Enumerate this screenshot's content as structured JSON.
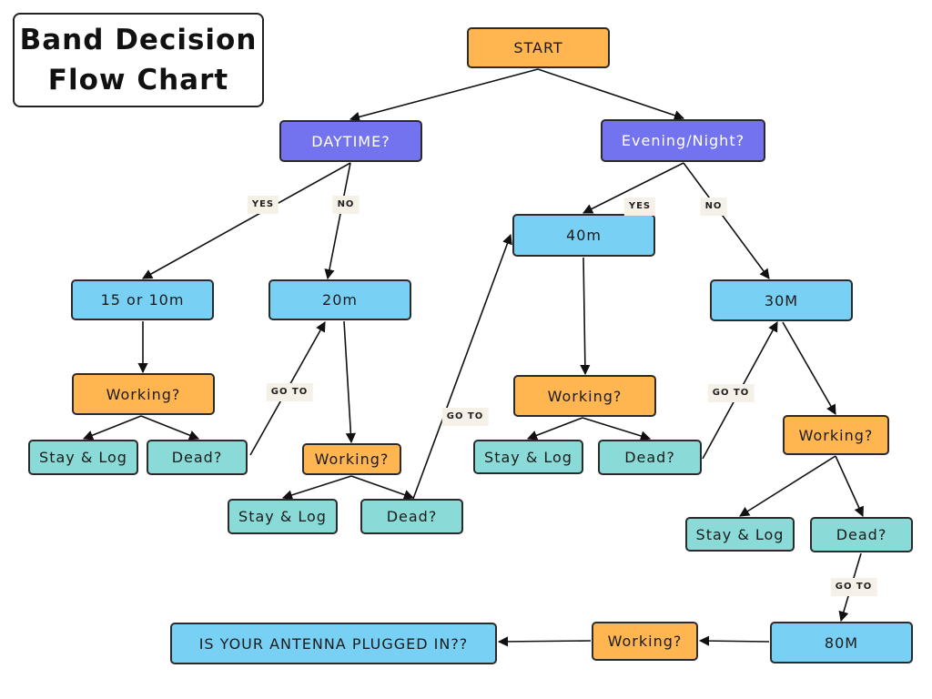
{
  "title": "Band Decision\nFlow Chart",
  "nodes": [
    {
      "id": "start",
      "text": "START",
      "kind": "start"
    },
    {
      "id": "daytime",
      "text": "DAYTIME?",
      "kind": "question"
    },
    {
      "id": "evening",
      "text": "Evening/Night?",
      "kind": "question"
    },
    {
      "id": "b15",
      "text": "15 or 10m",
      "kind": "band"
    },
    {
      "id": "b20",
      "text": "20m",
      "kind": "band"
    },
    {
      "id": "b40",
      "text": "40m",
      "kind": "band"
    },
    {
      "id": "b30",
      "text": "30M",
      "kind": "band"
    },
    {
      "id": "w15",
      "text": "Working?",
      "kind": "check"
    },
    {
      "id": "w20",
      "text": "Working?",
      "kind": "check"
    },
    {
      "id": "w40",
      "text": "Working?",
      "kind": "check"
    },
    {
      "id": "w30",
      "text": "Working?",
      "kind": "check"
    },
    {
      "id": "s15",
      "text": "Stay & Log",
      "kind": "outcome"
    },
    {
      "id": "d15",
      "text": "Dead?",
      "kind": "outcome"
    },
    {
      "id": "s20",
      "text": "Stay & Log",
      "kind": "outcome"
    },
    {
      "id": "d20",
      "text": "Dead?",
      "kind": "outcome"
    },
    {
      "id": "s40",
      "text": "Stay & Log",
      "kind": "outcome"
    },
    {
      "id": "d40",
      "text": "Dead?",
      "kind": "outcome"
    },
    {
      "id": "s30",
      "text": "Stay & Log",
      "kind": "outcome"
    },
    {
      "id": "d30",
      "text": "Dead?",
      "kind": "outcome"
    },
    {
      "id": "b80",
      "text": "80M",
      "kind": "band"
    },
    {
      "id": "w80",
      "text": "Working?",
      "kind": "check"
    },
    {
      "id": "antenna",
      "text": "IS YOUR ANTENNA PLUGGED IN??",
      "kind": "band"
    }
  ],
  "edges": [
    {
      "from": "start",
      "to": "daytime"
    },
    {
      "from": "start",
      "to": "evening"
    },
    {
      "from": "daytime",
      "to": "b15",
      "label": "YES"
    },
    {
      "from": "daytime",
      "to": "b20",
      "label": "NO"
    },
    {
      "from": "evening",
      "to": "b40",
      "label": "YES"
    },
    {
      "from": "evening",
      "to": "b30",
      "label": "NO"
    },
    {
      "from": "b15",
      "to": "w15"
    },
    {
      "from": "w15",
      "to": "s15"
    },
    {
      "from": "w15",
      "to": "d15"
    },
    {
      "from": "d15",
      "to": "b20",
      "label": "GO TO"
    },
    {
      "from": "b20",
      "to": "w20"
    },
    {
      "from": "w20",
      "to": "s20"
    },
    {
      "from": "w20",
      "to": "d20"
    },
    {
      "from": "d20",
      "to": "b40",
      "label": "GO TO"
    },
    {
      "from": "b40",
      "to": "w40"
    },
    {
      "from": "w40",
      "to": "s40"
    },
    {
      "from": "w40",
      "to": "d40"
    },
    {
      "from": "d40",
      "to": "b30",
      "label": "GO TO"
    },
    {
      "from": "b30",
      "to": "w30"
    },
    {
      "from": "w30",
      "to": "s30"
    },
    {
      "from": "w30",
      "to": "d30"
    },
    {
      "from": "d30",
      "to": "b80",
      "label": "GO TO"
    },
    {
      "from": "b80",
      "to": "w80"
    },
    {
      "from": "w80",
      "to": "antenna"
    }
  ],
  "colors": {
    "start": "#FFB650",
    "question": "#7373F0",
    "band": "#78D0F4",
    "check": "#FFB650",
    "outcome": "#8ADAD8",
    "label_bg": "#F6F1E8",
    "line": "#111111"
  }
}
